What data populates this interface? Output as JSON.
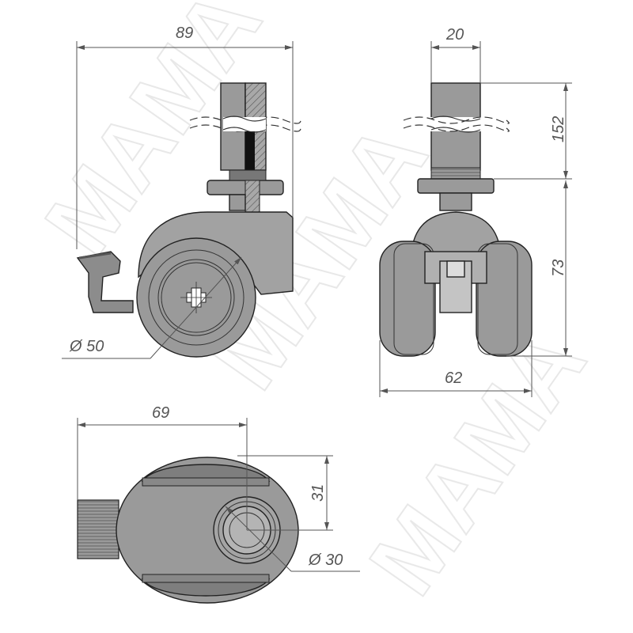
{
  "dimensions": {
    "side_height_top": "89",
    "pin_width": "20",
    "pin_length": "152",
    "wheel_height": "73",
    "wheel_diameter": "Ø 50",
    "total_width": "62",
    "length_bottom": "69",
    "offset": "31",
    "pin_diameter": "Ø 30"
  },
  "watermark": "MAMA",
  "colors": {
    "body": "#9a9a9a",
    "body_light": "#b4b4b4",
    "body_dark": "#7c7c7c",
    "hatch": "#8a8a8a",
    "line": "#222222",
    "dim": "#555555",
    "watermark": "#e9e9e9"
  }
}
